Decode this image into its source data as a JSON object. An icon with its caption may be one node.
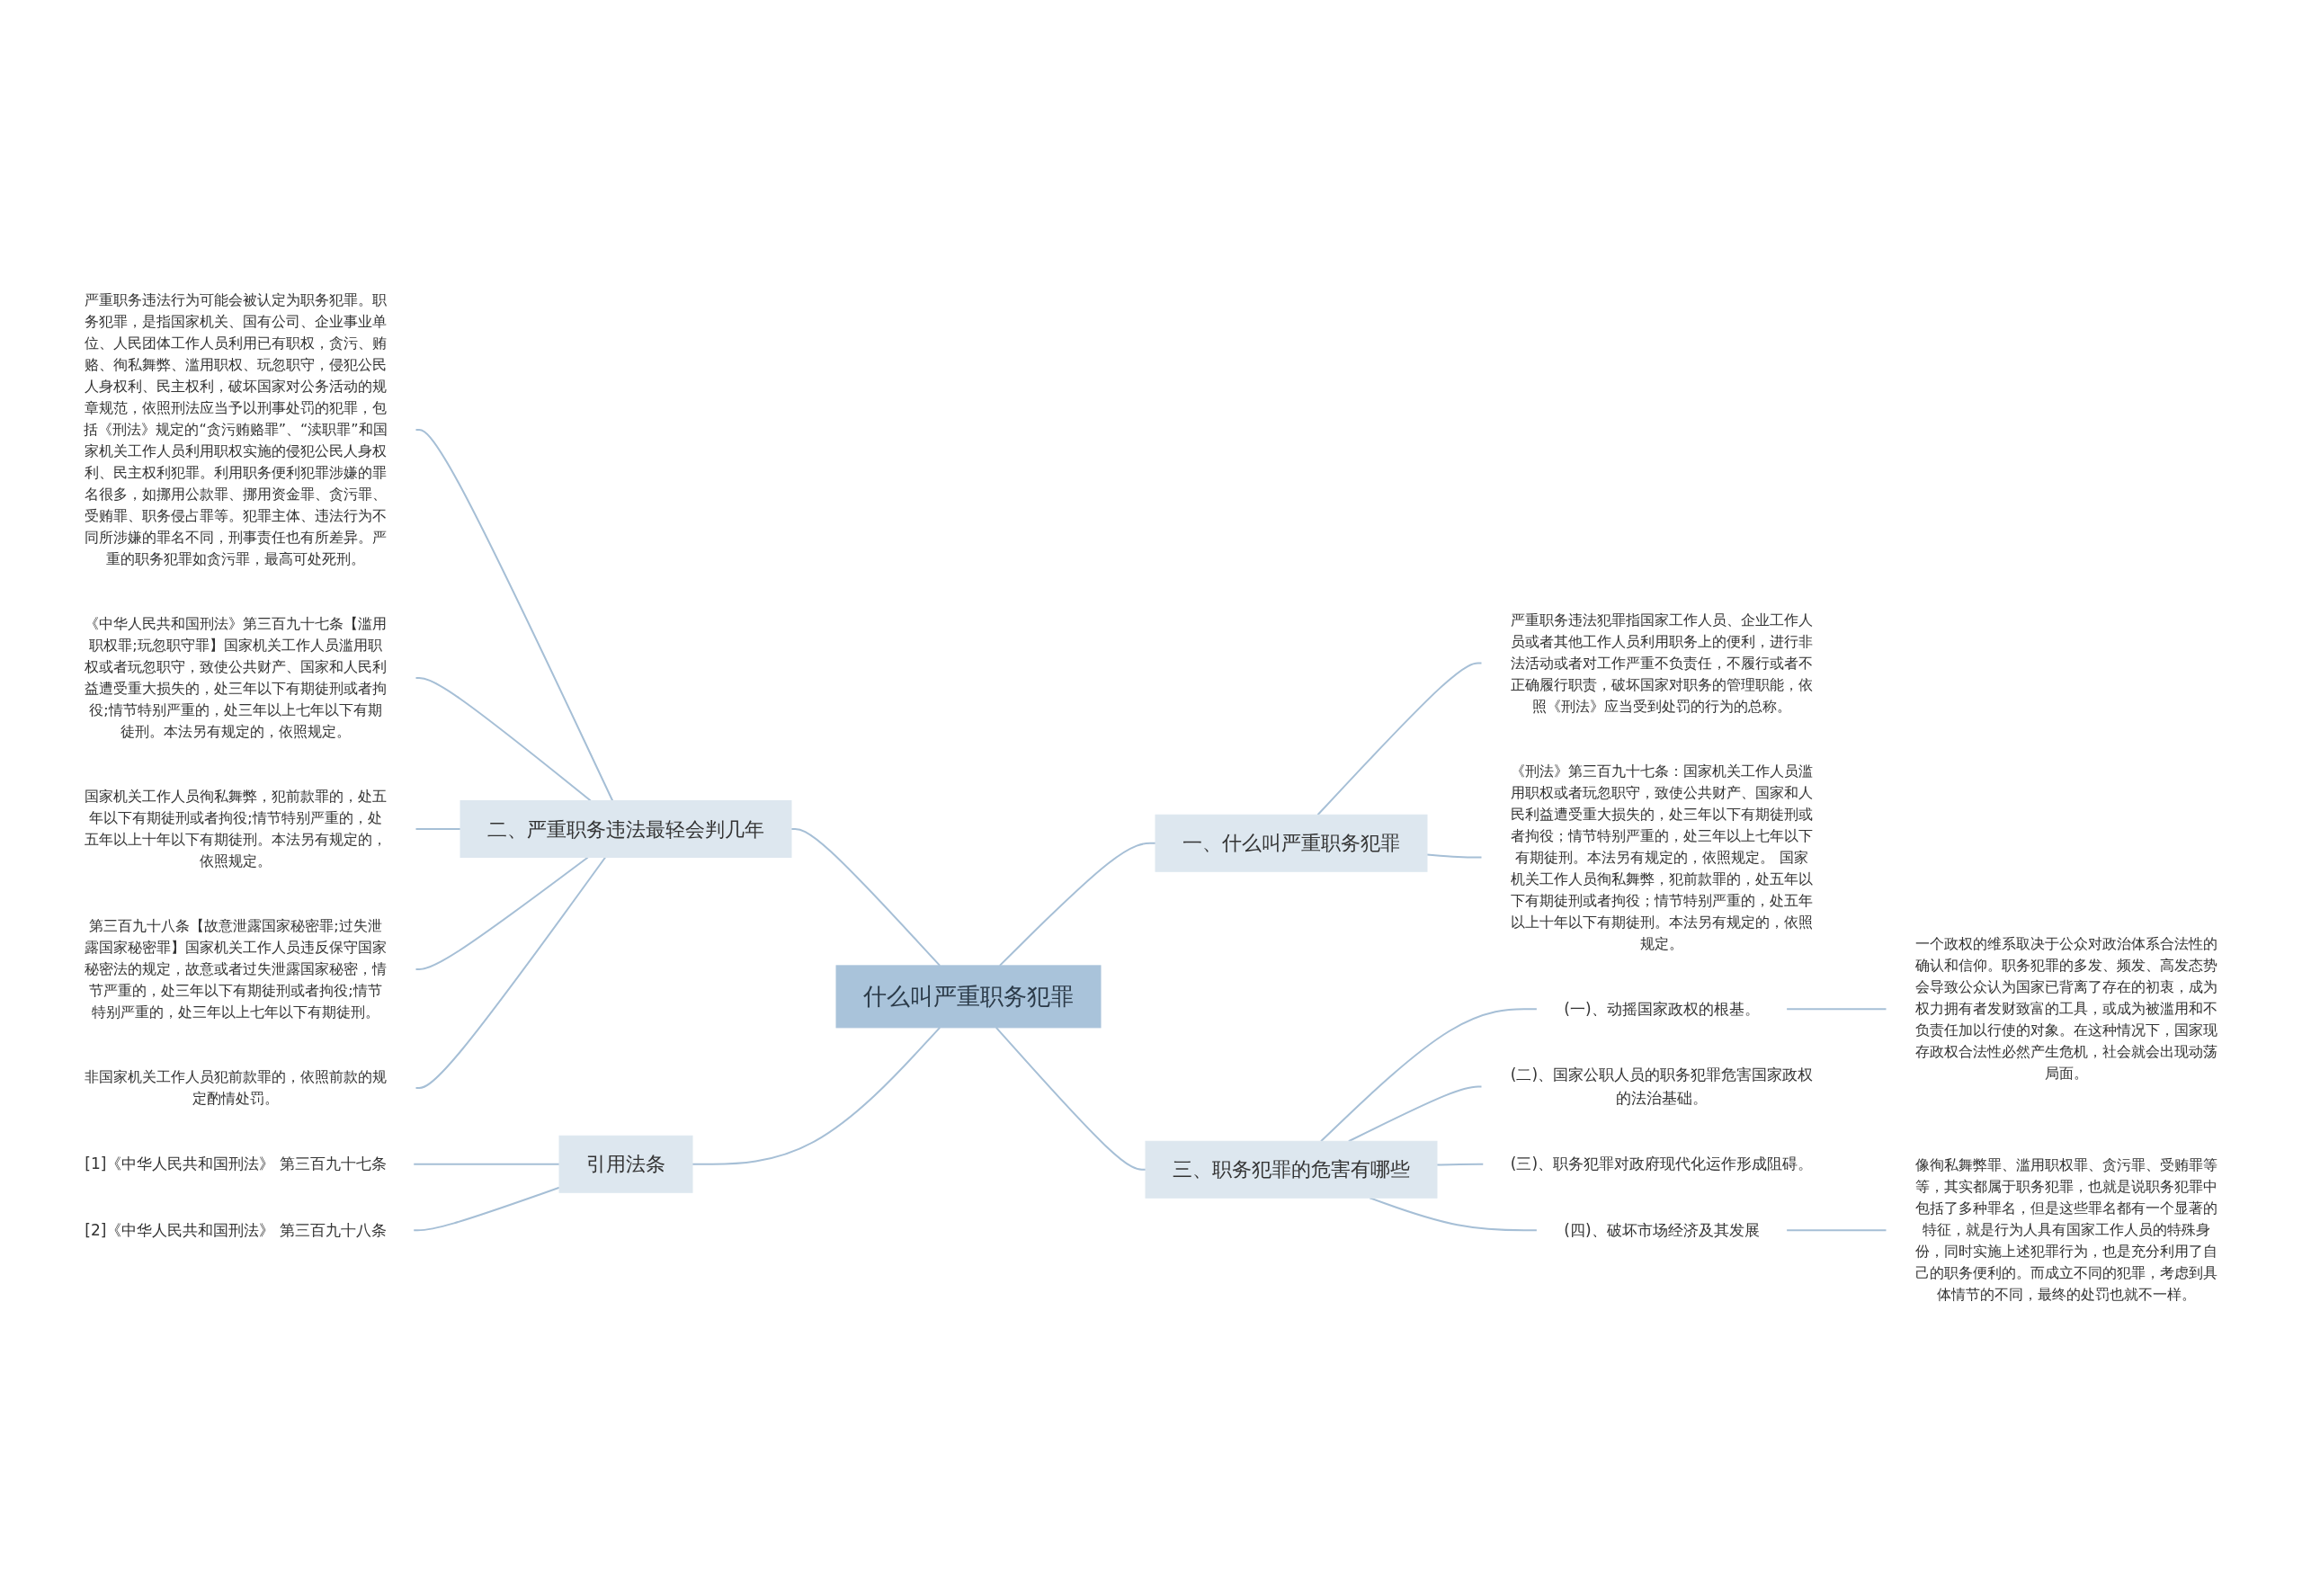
{
  "diagram": {
    "nodes": [
      {
        "text": [
          "什么叫严重职务犯罪"
        ]
      },
      {
        "text": [
          "一、什么叫严重职务犯罪"
        ]
      },
      {
        "text": [
          "严重职务违法犯罪指国家工作人员、企业工作人员或者其他工作人员利用职务上的便利，进行非法活动或者对工作严重不负责任，不履行或者不正确履行职责，破坏国家对职务的管理职能，依照《刑法》应当受到处罚的行为的总称。"
        ]
      },
      {
        "text": [
          "《刑法》第三百九十七条：国家机关工作人员滥用职权或者玩忽职守，致使公共财产、国家和人民利益遭受重大损失的，处三年以下有期徒刑或者拘役；情节特别严重的，处三年以上七年以下有期徒刑。本法另有规定的，依照规定。 国家机关工作人员徇私舞弊，犯前款罪的，处五年以下有期徒刑或者拘役；情节特别严重的，处五年以上十年以下有期徒刑。本法另有规定的，依照规定。"
        ]
      },
      {
        "text": [
          "三、职务犯罪的危害有哪些"
        ]
      },
      {
        "text": [
          "(一)、动摇国家政权的根基。"
        ]
      },
      {
        "text": [
          "一个政权的维系取决于公众对政治体系合法性的确认和信仰。职务犯罪的多发、频发、高发态势会导致公众认为国家已背离了存在的初衷，成为权力拥有者发财致富的工具，或成为被滥用和不负责任加以行使的对象。在这种情况下，国家现存政权合法性必然产生危机，社会就会出现动荡局面。"
        ]
      },
      {
        "text": [
          "(二)、国家公职人员的职务犯罪危害国家政权的法治基础。"
        ]
      },
      {
        "text": [
          "(三)、职务犯罪对政府现代化运作形成阻碍。"
        ]
      },
      {
        "text": [
          "(四)、破坏市场经济及其发展"
        ]
      },
      {
        "text": [
          "像徇私舞弊罪、滥用职权罪、贪污罪、受贿罪等等，其实都属于职务犯罪，也就是说职务犯罪中包括了多种罪名，但是这些罪名都有一个显著的特征，就是行为人具有国家工作人员的特殊身份，同时实施上述犯罪行为，也是充分利用了自己的职务便利的。而成立不同的犯罪，考虑到具体情节的不同，最终的处罚也就不一样。"
        ]
      },
      {
        "text": [
          "二、严重职务违法最轻会判几年"
        ]
      },
      {
        "text": [
          "严重职务违法行为可能会被认定为职务犯罪。职务犯罪，是指国家机关、国有公司、企业事业单位、人民团体工作人员利用已有职权，贪污、贿赂、徇私舞弊、滥用职权、玩忽职守，侵犯公民人身权利、民主权利，破坏国家对公务活动的规章规范，依照刑法应当予以刑事处罚的犯罪，包括《刑法》规定的“贪污贿赂罪”、“渎职罪”和国家机关工作人员利用职权实施的侵犯公民人身权利、民主权利犯罪。利用职务便利犯罪涉嫌的罪名很多，如挪用公款罪、挪用资金罪、贪污罪、受贿罪、职务侵占罪等。犯罪主体、违法行为不同所涉嫌的罪名不同，刑事责任也有所差异。严重的职务犯罪如贪污罪，最高可处死刑。"
        ]
      },
      {
        "text": [
          "《中华人民共和国刑法》第三百九十七条【滥用职权罪;玩忽职守罪】国家机关工作人员滥用职权或者玩忽职守，致使公共财产、国家和人民利益遭受重大损失的，处三年以下有期徒刑或者拘役;情节特别严重的，处三年以上七年以下有期徒刑。本法另有规定的，依照规定。"
        ]
      },
      {
        "text": [
          "国家机关工作人员徇私舞弊，犯前款罪的，处五年以下有期徒刑或者拘役;情节特别严重的，处五年以上十年以下有期徒刑。本法另有规定的，依照规定。"
        ]
      },
      {
        "text": [
          "第三百九十八条【故意泄露国家秘密罪;过失泄露国家秘密罪】国家机关工作人员违反保守国家秘密法的规定，故意或者过失泄露国家秘密，情节严重的，处三年以下有期徒刑或者拘役;情节特别严重的，处三年以上七年以下有期徒刑。"
        ]
      },
      {
        "text": [
          "非国家机关工作人员犯前款罪的，依照前款的规定酌情处罚。"
        ]
      },
      {
        "text": [
          "引用法条"
        ]
      },
      {
        "text": [
          "[1]《中华人民共和国刑法》 第三百九十七条"
        ]
      },
      {
        "text": [
          "[2]《中华人民共和国刑法》 第三百九十八条"
        ]
      }
    ],
    "edges": [
      {
        "from": 0,
        "to": 1,
        "arrow": "none"
      },
      {
        "from": 1,
        "to": 2,
        "arrow": "none"
      },
      {
        "from": 1,
        "to": 3,
        "arrow": "none"
      },
      {
        "from": 0,
        "to": 4,
        "arrow": "none"
      },
      {
        "from": 4,
        "to": 5,
        "arrow": "none"
      },
      {
        "from": 5,
        "to": 6,
        "arrow": "none"
      },
      {
        "from": 4,
        "to": 7,
        "arrow": "none"
      },
      {
        "from": 4,
        "to": 8,
        "arrow": "none"
      },
      {
        "from": 4,
        "to": 9,
        "arrow": "none"
      },
      {
        "from": 9,
        "to": 10,
        "arrow": "none"
      },
      {
        "from": 0,
        "to": 11,
        "arrow": "none"
      },
      {
        "from": 11,
        "to": 12,
        "arrow": "none"
      },
      {
        "from": 11,
        "to": 13,
        "arrow": "none"
      },
      {
        "from": 11,
        "to": 14,
        "arrow": "none"
      },
      {
        "from": 11,
        "to": 15,
        "arrow": "none"
      },
      {
        "from": 11,
        "to": 16,
        "arrow": "none"
      },
      {
        "from": 0,
        "to": 17,
        "arrow": "none"
      },
      {
        "from": 17,
        "to": 18,
        "arrow": "none"
      },
      {
        "from": 17,
        "to": 19,
        "arrow": "none"
      }
    ]
  }
}
